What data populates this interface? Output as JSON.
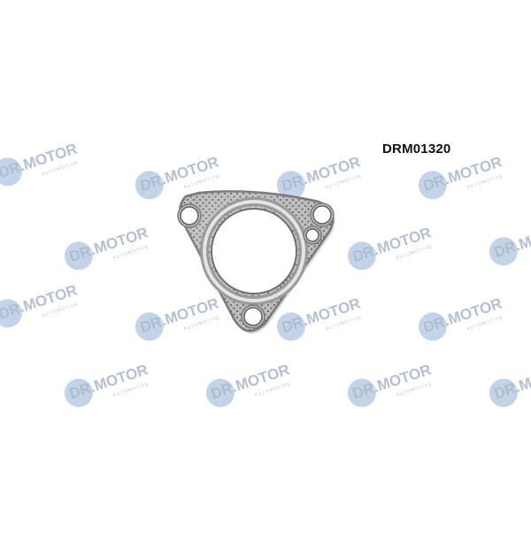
{
  "product": {
    "part_number": "DRM01320"
  },
  "watermark": {
    "logo_text": "DR.MOTOR",
    "logo_subtext": "AUTOMOTIVE",
    "badge_color": "#b9cde6",
    "text_color": "#aebbc9"
  },
  "gasket": {
    "depicts": "exhaust-pipe-gasket",
    "plate_color": "#cfcfcf",
    "edge_color": "#7d7d7d",
    "perforation_color": "#6e6e6e"
  }
}
